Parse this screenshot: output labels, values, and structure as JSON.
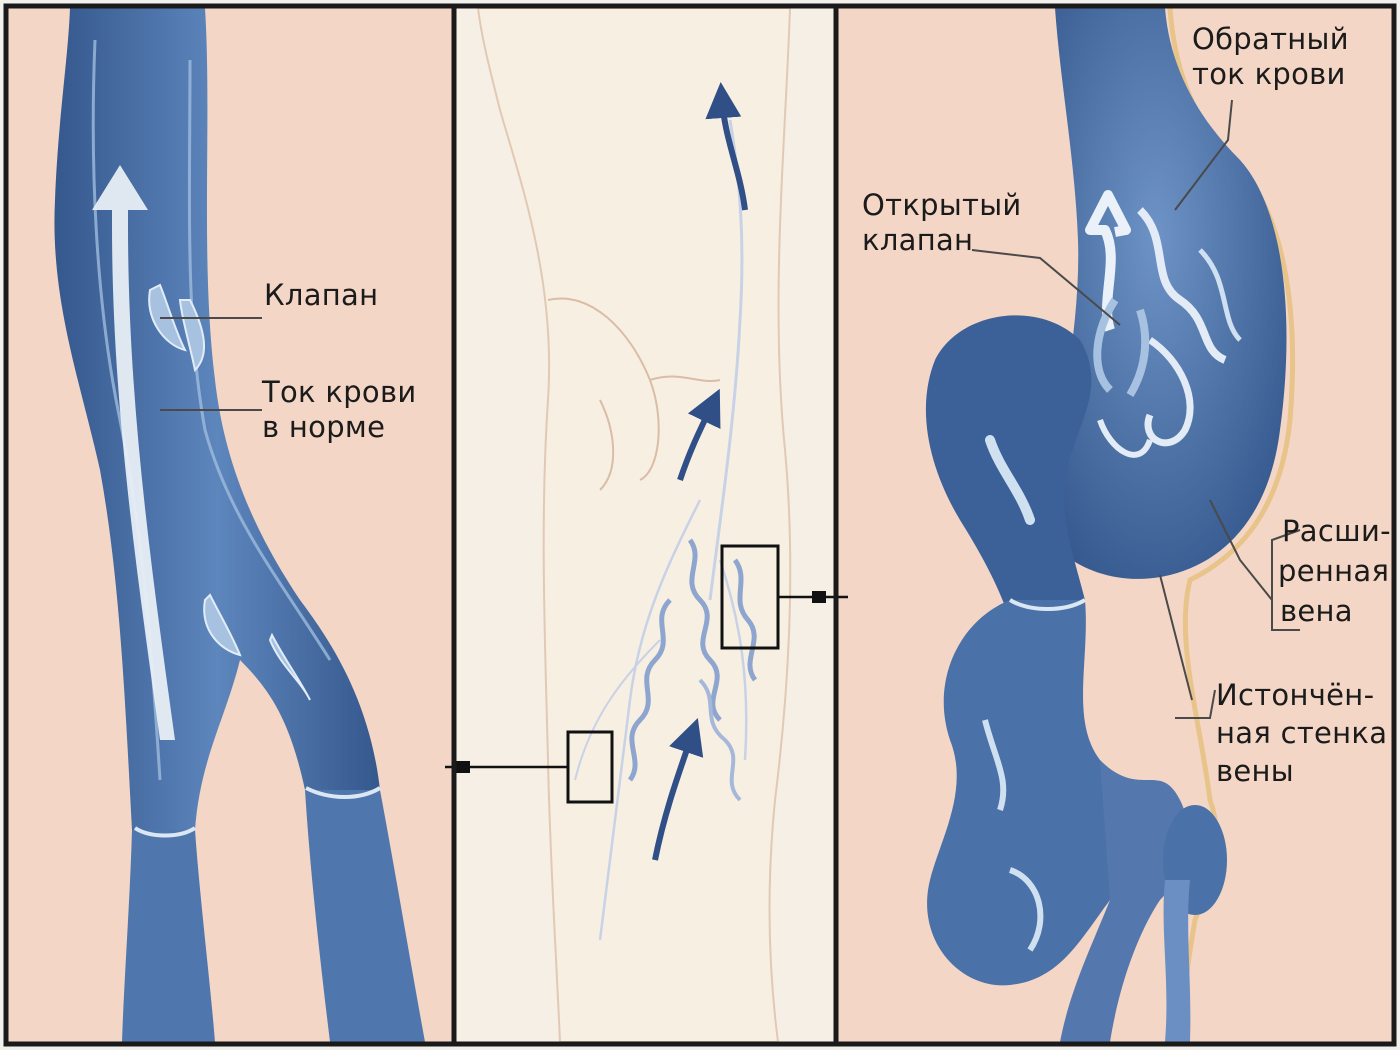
{
  "labels": {
    "valve": "Клапан",
    "normal_flow_1": "Ток крови",
    "normal_flow_2": "в норме",
    "reverse_flow_1": "Обратный",
    "reverse_flow_2": "ток крови",
    "open_valve_1": "Открытый",
    "open_valve_2": "клапан",
    "dilated_vein_1": "Расши-",
    "dilated_vein_2": "ренная",
    "dilated_vein_3": "вена",
    "thin_wall_1": "Истончён-",
    "thin_wall_2": "ная стенка",
    "thin_wall_3": "вены"
  },
  "colors": {
    "panel_skin": "#f3d6c6",
    "leg_skin": "#f8efe3",
    "vein_dark": "#3f679e",
    "vein_mid": "#5a80b6",
    "vein_light": "#cfe0f0",
    "border": "#1a1a1a"
  }
}
